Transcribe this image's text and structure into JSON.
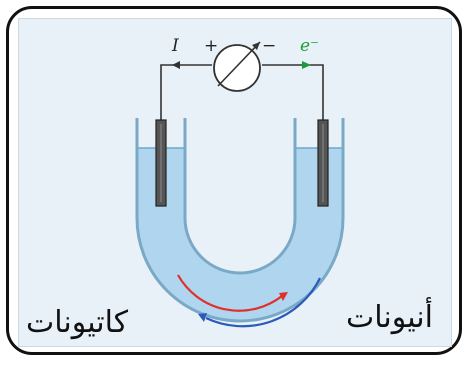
{
  "labels": {
    "cations": "كاتيونات",
    "anions": "أنيونات",
    "current": "I",
    "electron": "e⁻",
    "plus": "+",
    "minus": "−"
  },
  "colors": {
    "frame": "#111111",
    "background": "#e8f1f8",
    "electrolyte": "#a9d3ec",
    "cation_arrow": "#e0302b",
    "anion_arrow": "#2a5bb8",
    "electron_label": "#1f9a3a",
    "electrode": "#555555"
  }
}
